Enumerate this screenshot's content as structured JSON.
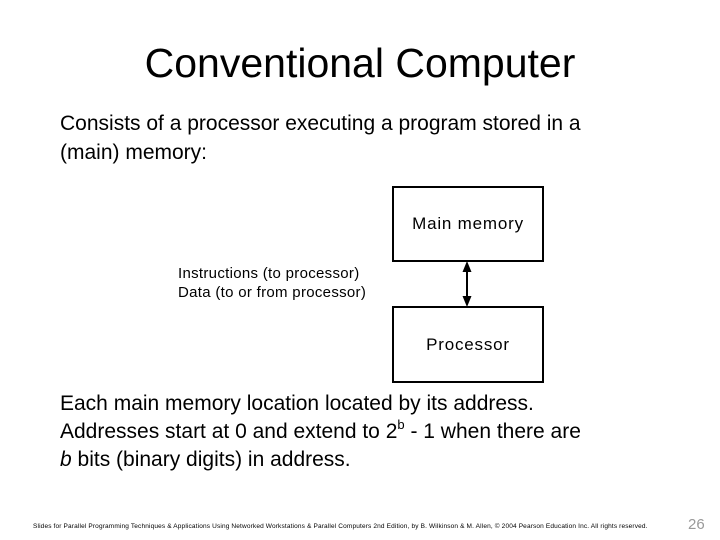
{
  "slide": {
    "title": "Conventional Computer",
    "intro_lines": [
      "Consists of a processor executing a program stored in a",
      "(main) memory:"
    ],
    "diagram": {
      "memory_label": "Main memory",
      "processor_label": "Processor",
      "side_labels": [
        "Instructions (to processor)",
        "Data (to or from processor)"
      ]
    },
    "body": {
      "line1": "Each main memory location located by its address.",
      "line2_before_sup": "Addresses start at 0 and extend to 2",
      "line2_sup": "b",
      "line2_after_sup": " - 1 when there are",
      "line3_italic": "b",
      "line3_after": " bits (binary digits) in address."
    },
    "footer_text": "Slides for Parallel Programming Techniques & Applications Using Networked Workstations & Parallel Computers 2nd Edition, by B. Wilkinson & M. Allen, © 2004 Pearson Education Inc. All rights reserved.",
    "page_number": "26"
  },
  "colors": {
    "background": "#ffffff",
    "text": "#000000",
    "box_border": "#000000",
    "page_number": "#999999"
  }
}
